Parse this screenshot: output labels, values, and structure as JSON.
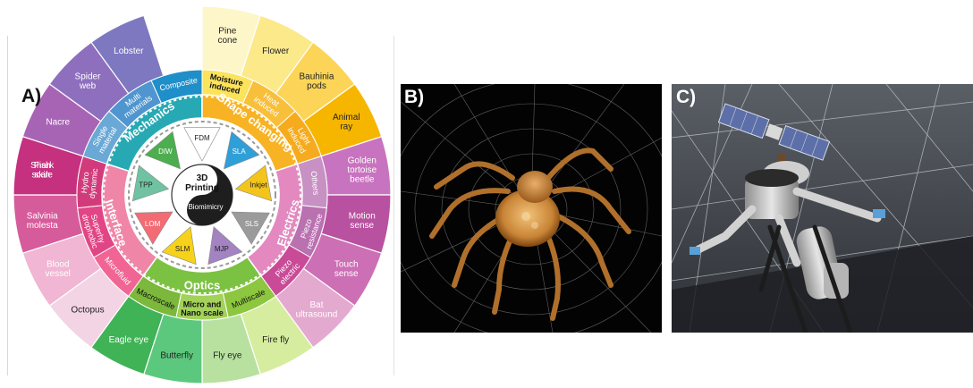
{
  "panels": {
    "a_label": "A)",
    "b_label": "B)",
    "c_label": "C)"
  },
  "wheel": {
    "center_top": "3D",
    "center_mid": "Printing",
    "center_bottom": "Biomimicry",
    "categories": [
      "Mechanics",
      "Shape changing",
      "Electrics",
      "Optics",
      "Interface"
    ],
    "techniques": [
      "FDM",
      "SLA",
      "Inkjet",
      "SLS",
      "MJP",
      "SLM",
      "LOM",
      "TPP",
      "DIW"
    ],
    "subcategories": [
      "Composite",
      "Multi materials",
      "Single material",
      "Moisture induced",
      "Heat induced",
      "Light induced",
      "Others",
      "Piezo resistance",
      "Piezo electric",
      "Multiscale",
      "Micro and Nano scale",
      "Macroscale",
      "Microfluid",
      "Superhydrophobic",
      "Hydro dynamic"
    ],
    "examples": [
      "Lobster",
      "Spider web",
      "Nacre",
      "Fish scale",
      "Pine cone",
      "Flower",
      "Bauhinia pods",
      "Animal ray",
      "Golden tortoise beetle",
      "Motion sense",
      "Touch sense",
      "Bat ultrasound",
      "Fire fly",
      "Fly eye",
      "Butterfly",
      "Eagle eye",
      "Octopus",
      "Blood vessel",
      "Salvinia molesta",
      "Shark skin"
    ],
    "colors": {
      "mechanics": "#27a9b4",
      "shape_changing": "#f7b324",
      "electrics": "#e389c0",
      "optics": "#7cc242",
      "interface": "#ef86a8"
    }
  }
}
